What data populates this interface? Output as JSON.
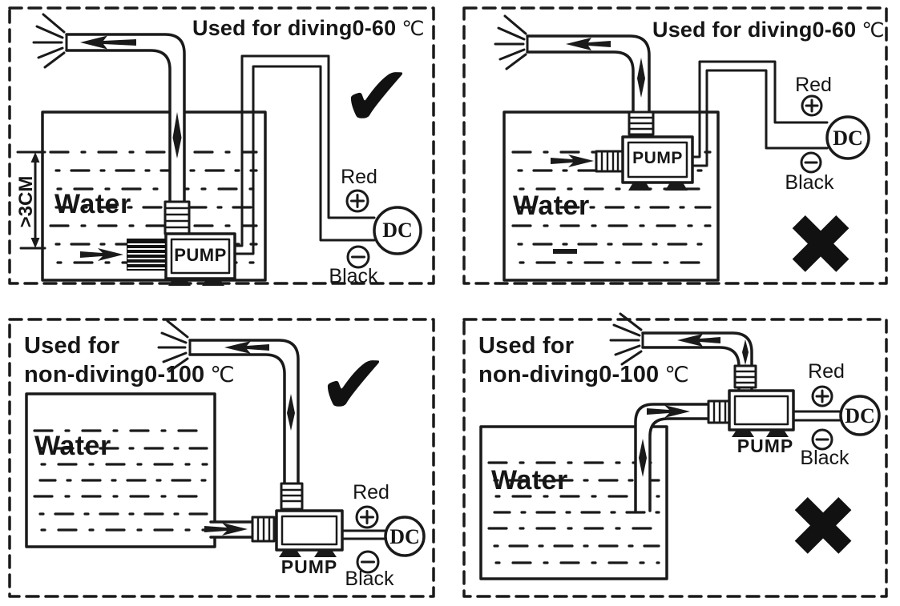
{
  "colors": {
    "ink": "#1a1a1a",
    "background": "#ffffff"
  },
  "panels": [
    {
      "id": "diving-correct",
      "position": "top-left",
      "title_line1": "Used for diving0-60",
      "degree_symbol": "℃",
      "verdict": "correct",
      "mark_glyph": "✔",
      "water_label": "Water",
      "pump_label": "PUMP",
      "min_depth_label": ">3CM",
      "dc_label": "DC",
      "positive_wire_label": "Red",
      "negative_wire_label": "Black"
    },
    {
      "id": "diving-incorrect",
      "position": "top-right",
      "title_line1": "Used for diving0-60",
      "degree_symbol": "℃",
      "verdict": "incorrect",
      "mark_glyph": "✖",
      "water_label": "Water",
      "pump_label": "PUMP",
      "dc_label": "DC",
      "positive_wire_label": "Red",
      "negative_wire_label": "Black"
    },
    {
      "id": "non-diving-correct",
      "position": "bottom-left",
      "title_line1": "Used for",
      "title_line2": "non-diving0-100",
      "degree_symbol": "℃",
      "verdict": "correct",
      "mark_glyph": "✔",
      "water_label": "Water",
      "pump_label": "PUMP",
      "dc_label": "DC",
      "positive_wire_label": "Red",
      "negative_wire_label": "Black"
    },
    {
      "id": "non-diving-incorrect",
      "position": "bottom-right",
      "title_line1": "Used for",
      "title_line2": "non-diving0-100",
      "degree_symbol": "℃",
      "verdict": "incorrect",
      "mark_glyph": "✖",
      "water_label": "Water",
      "pump_label": "PUMP",
      "dc_label": "DC",
      "positive_wire_label": "Red",
      "negative_wire_label": "Black"
    }
  ]
}
